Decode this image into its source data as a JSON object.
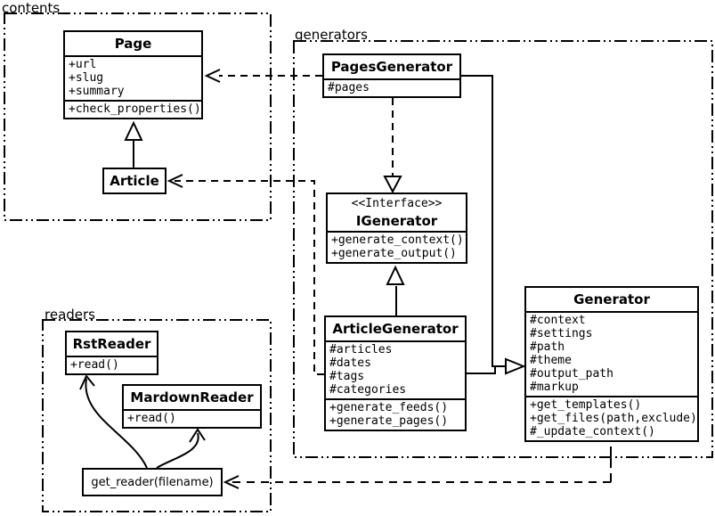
{
  "packages": {
    "contents": {
      "label": "contents"
    },
    "generators": {
      "label": "generators"
    },
    "readers": {
      "label": "readers"
    }
  },
  "classes": {
    "page": {
      "name": "Page",
      "attributes": [
        "+url",
        "+slug",
        "+summary"
      ],
      "methods": [
        "+check_properties()"
      ]
    },
    "article": {
      "name": "Article"
    },
    "pages_generator": {
      "name": "PagesGenerator",
      "attributes": [
        "#pages"
      ]
    },
    "igenerator": {
      "stereotype": "<<Interface>>",
      "name": "IGenerator",
      "methods": [
        "+generate_context()",
        "+generate_output()"
      ]
    },
    "article_generator": {
      "name": "ArticleGenerator",
      "attributes": [
        "#articles",
        "#dates",
        "#tags",
        "#categories"
      ],
      "methods": [
        "+generate_feeds()",
        "+generate_pages()"
      ]
    },
    "generator": {
      "name": "Generator",
      "attributes": [
        "#context",
        "#settings",
        "#path",
        "#theme",
        "#output_path",
        "#markup"
      ],
      "methods": [
        "+get_templates()",
        "+get_files(path,exclude)",
        "#_update_context()"
      ]
    },
    "rst_reader": {
      "name": "RstReader",
      "methods": [
        "+read()"
      ]
    },
    "mardown_reader": {
      "name": "MardownReader",
      "methods": [
        "+read()"
      ]
    },
    "get_reader": {
      "label": "get_reader(filename)"
    }
  },
  "relationships": [
    {
      "from": "Article",
      "to": "Page",
      "type": "generalization"
    },
    {
      "from": "PagesGenerator",
      "to": "Page",
      "type": "dependency"
    },
    {
      "from": "PagesGenerator",
      "to": "IGenerator",
      "type": "realization"
    },
    {
      "from": "ArticleGenerator",
      "to": "IGenerator",
      "type": "generalization"
    },
    {
      "from": "ArticleGenerator",
      "to": "Article",
      "type": "dependency"
    },
    {
      "from": "PagesGenerator",
      "to": "Generator",
      "type": "generalization"
    },
    {
      "from": "ArticleGenerator",
      "to": "Generator",
      "type": "generalization"
    },
    {
      "from": "Generator",
      "to": "get_reader(filename)",
      "type": "dependency"
    },
    {
      "from": "get_reader(filename)",
      "to": "RstReader",
      "type": "arrow"
    },
    {
      "from": "get_reader(filename)",
      "to": "MardownReader",
      "type": "arrow"
    }
  ],
  "colors": {
    "line": "#000000",
    "background": "#ffffff",
    "box_fill": "#ffffff"
  }
}
